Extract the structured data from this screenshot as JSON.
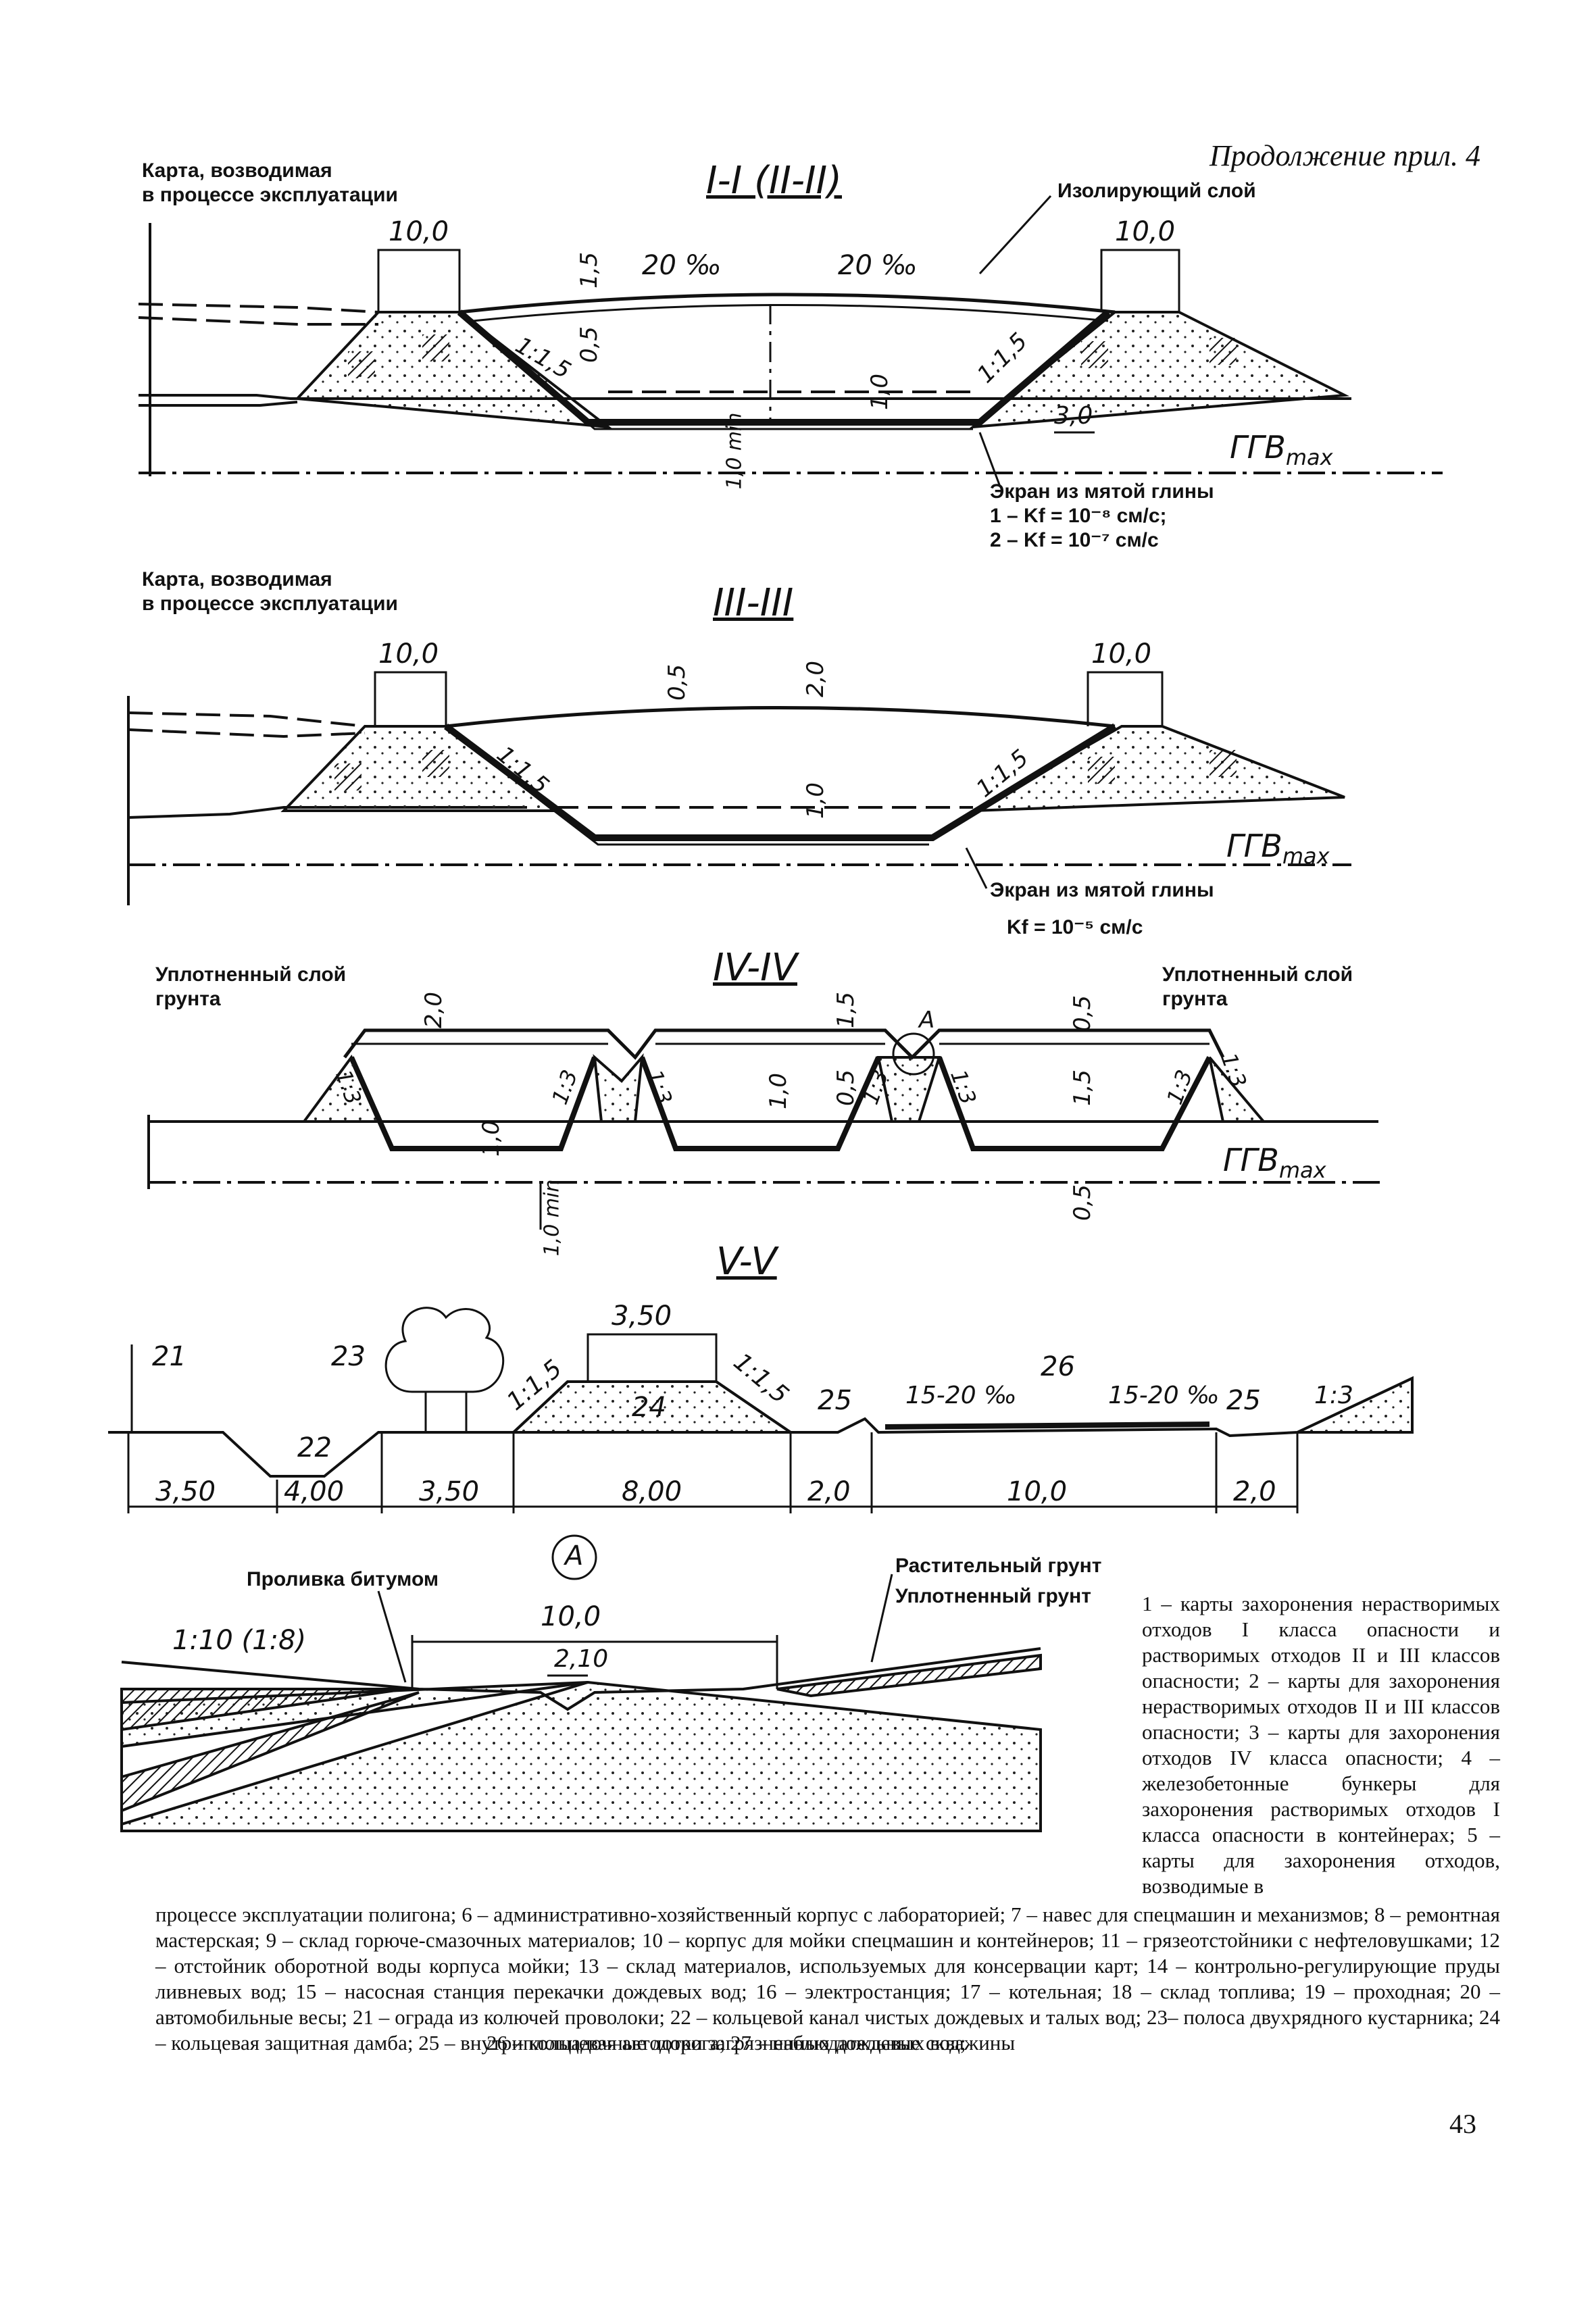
{
  "header": {
    "continuation": "Продолжение прил. 4",
    "page_number": "43"
  },
  "section1": {
    "title": "I-I (II-II)",
    "map_label": [
      "Карта, возводимая",
      "в процессе эксплуатации"
    ],
    "insulating_layer": "Изолирующий слой",
    "dim_left": "10,0",
    "dim_right": "10,0",
    "slope_left_grade": "20 ‰",
    "slope_right_grade": "20 ‰",
    "dim_1_5": "1,5",
    "dim_0_5": "0,5",
    "dim_1_0": "1,0",
    "dim_1_0_min": "1,0 min",
    "dim_3_0": "3,0",
    "slope_1": "1:1,5",
    "slope_2": "1:1,5",
    "ggv": "ГГВ",
    "ggv_sub": "max",
    "screen": [
      "Экран из мятой глины",
      "1 – Kf = 10⁻⁸ см/с;",
      "2 – Kf = 10⁻⁷ см/с"
    ]
  },
  "section2": {
    "title": "III-III",
    "map_label": [
      "Карта, возводимая",
      "в процессе эксплуатации"
    ],
    "dim_left": "10,0",
    "dim_right": "10,0",
    "dim_0_5": "0,5",
    "dim_2_0": "2,0",
    "dim_1_0": "1,0",
    "slope_1": "1:1,5",
    "slope_2": "1:1,5",
    "ggv": "ГГВ",
    "ggv_sub": "max",
    "screen": [
      "Экран из мятой глины",
      "Kf = 10⁻⁵ см/с"
    ]
  },
  "section3": {
    "title": "IV-IV",
    "left_label": [
      "Уплотненный слой",
      "грунта"
    ],
    "right_label": [
      "Уплотненный слой",
      "грунта"
    ],
    "dims": [
      "2,0",
      "1,5",
      "0,5",
      "1,0",
      "0,5",
      "1,0",
      "1,5",
      "0,5",
      "1,0 min"
    ],
    "slopes": [
      "1:3",
      "1:3",
      "1:3",
      "1:3",
      "1:3",
      "1:3",
      "1:3"
    ],
    "marker": "А",
    "ggv": "ГГВ",
    "ggv_sub": "max"
  },
  "section4": {
    "title": "V-V",
    "top_dim": "3,50",
    "slope_l": "1:1,5",
    "slope_r": "1:1,5",
    "slope_far": "1:3",
    "grade_l": "15-20 ‰",
    "grade_r": "15-20 ‰",
    "labels": [
      "21",
      "23",
      "22",
      "24",
      "25",
      "26",
      "25"
    ],
    "bottom_dims": [
      "3,50",
      "4,00",
      "3,50",
      "8,00",
      "2,0",
      "10,0",
      "2,0"
    ]
  },
  "detailA": {
    "marker": "А",
    "bitumen": "Проливка битумом",
    "veg": "Растительный грунт",
    "compacted": "Уплотненный грунт",
    "slope": "1:10 (1:8)",
    "dim_top": "10,0",
    "dim_inner": "2,10"
  },
  "legend": {
    "side": "1 – карты захоронения нерастворимых отходов I класса опасности и растворимых отходов II и III классов опасности; 2 – карты для захоронения нерастворимых отходов II и III классов опасности; 3 – карты для захоронения отходов IV класса опасности; 4 – железобетонные бункеры для захоронения растворимых отходов I класса опасности в контейнерах; 5 – карты для захоронения отходов, возводимые в",
    "bottom": "процессе эксплуатации полигона; 6 – административно-хозяйственный корпус с лабораторией; 7 – навес для спецмашин и механизмов; 8 – ремонтная мастерская; 9 – склад горюче-смазочных материалов; 10 – корпус для мойки спецмашин и контейнеров; 11 – грязеотстойники с нефтеловушками; 12 – отстойник оборотной воды корпуса мойки; 13 – склад материалов, используемых для консервации карт; 14 – контрольно-регулирующие пруды ливневых вод; 15 – насосная станция перекачки дождевых вод; 16 – электростанция; 17 – котельная; 18 – склад топлива; 19 – проходная; 20 – автомобильные весы; 21 – ограда из колючей проволоки; 22 – кольцевой канал чистых дождевых и талых вод; 23– полоса двухрядного кустарника; 24 – кольцевая защитная дамба; 25 – внутриплощадочные лотки загрязненных дождевых вод;",
    "last": "26 – кольцевая автодорога; 27 – наблюдательные скважины"
  }
}
